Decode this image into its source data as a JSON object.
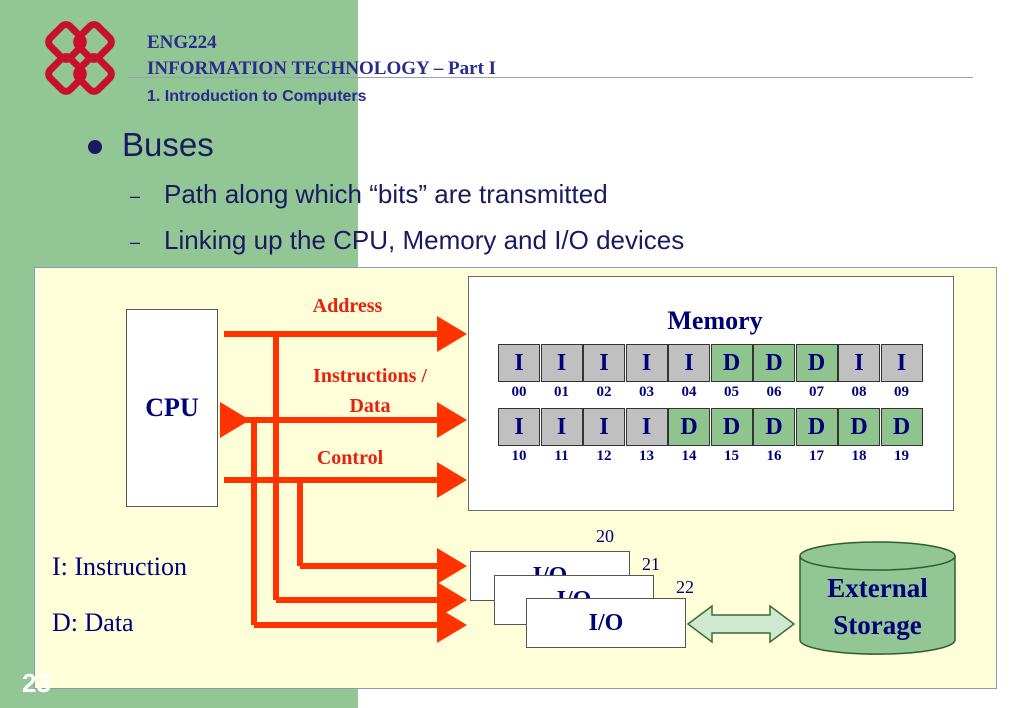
{
  "header": {
    "course": "ENG224",
    "title": "INFORMATION TECHNOLOGY – Part I",
    "subtitle": "1. Introduction to Computers"
  },
  "content": {
    "main_bullet": "Buses",
    "sub_bullets": [
      "Path along which “bits” are transmitted",
      "Linking up the CPU, Memory and I/O devices"
    ],
    "dash": "–"
  },
  "diagram": {
    "cpu_label": "CPU",
    "bus_labels": {
      "address": "Address",
      "instructions_line1": "Instructions /",
      "instructions_line2": "Data",
      "control": "Control"
    },
    "memory_title": "Memory",
    "memory_row1": {
      "cells": [
        "I",
        "I",
        "I",
        "I",
        "I",
        "D",
        "D",
        "D",
        "I",
        "I"
      ],
      "addresses": [
        "00",
        "01",
        "02",
        "03",
        "04",
        "05",
        "06",
        "07",
        "08",
        "09"
      ]
    },
    "memory_row2": {
      "cells": [
        "I",
        "I",
        "I",
        "I",
        "D",
        "D",
        "D",
        "D",
        "D",
        "D"
      ],
      "addresses": [
        "10",
        "11",
        "12",
        "13",
        "14",
        "15",
        "16",
        "17",
        "18",
        "19"
      ]
    },
    "io_devices": [
      {
        "label": "I/O",
        "number": "20"
      },
      {
        "label": "I/O",
        "number": "21"
      },
      {
        "label": "I/O",
        "number": "22"
      }
    ],
    "external_storage_line1": "External",
    "external_storage_line2": "Storage",
    "legend": {
      "instruction": "I: Instruction",
      "data": "D: Data"
    }
  },
  "page_number": "23",
  "colors": {
    "sidebar": "#93c695",
    "bus_arrow": "#ff3300",
    "instruction_cell": "#c0c0c0",
    "data_cell": "#8fc48f",
    "panel": "#fefed8",
    "text_navy": "#00007a"
  }
}
